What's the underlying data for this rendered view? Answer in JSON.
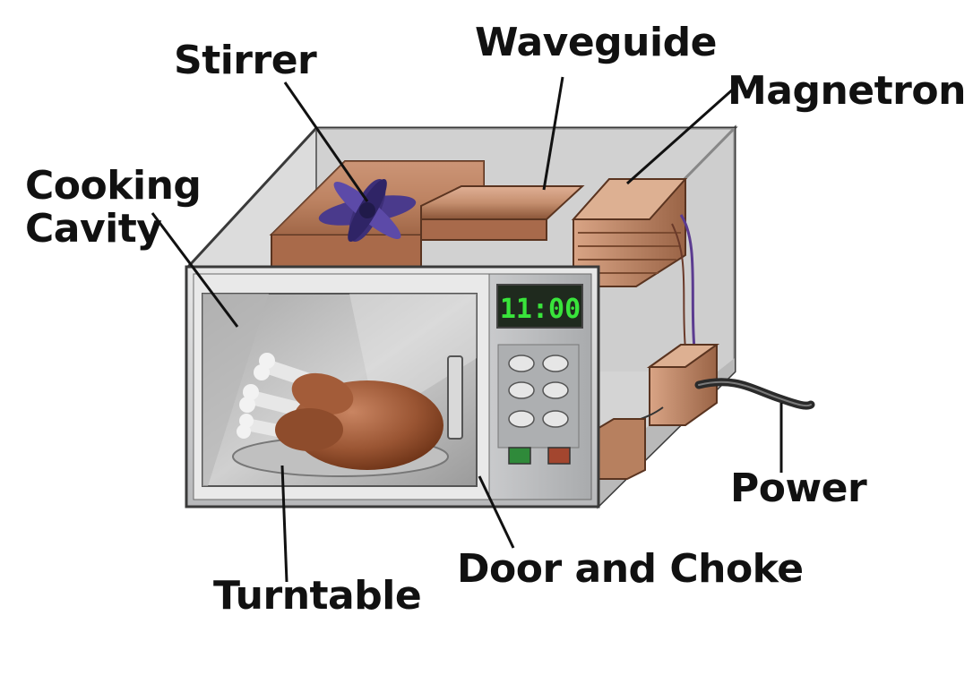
{
  "labels": {
    "stirrer": "Stirrer",
    "waveguide": "Waveguide",
    "magnetron": "Magnetron",
    "cooking_cavity_line1": "Cooking",
    "cooking_cavity_line2": "Cavity",
    "power": "Power",
    "door_and_choke": "Door and Choke",
    "turntable": "Turntable"
  },
  "display": {
    "clock": "11:00"
  },
  "colors": {
    "chassis": "#cfcfcf",
    "panel": "#b8babc",
    "copper": "#b9805f",
    "stirrer_blades": "#4a3a8c",
    "clock_digits": "#39e43b",
    "display_bg": "#1f2a1e"
  }
}
